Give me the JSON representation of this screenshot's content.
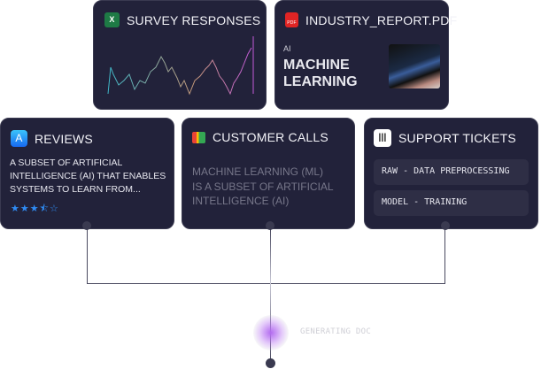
{
  "survey": {
    "title": "SURVEY RESPONSES",
    "icon": "excel-icon"
  },
  "report": {
    "title": "INDUSTRY_REPORT.PDF",
    "icon": "pdf-icon",
    "kicker": "AI",
    "heading_line1": "MACHINE",
    "heading_line2": "LEARNING"
  },
  "reviews": {
    "title": "REVIEWS",
    "icon": "app-store-icon",
    "text": "A SUBSET OF ARTIFICIAL INTELLIGENCE (AI) THAT ENABLES SYSTEMS TO LEARN FROM...",
    "rating": 3.5,
    "max_rating": 5
  },
  "calls": {
    "title": "CUSTOMER CALLS",
    "icon": "google-meet-icon",
    "text": "MACHINE LEARNING (ML) IS A SUBSET OF ARTIFICIAL INTELLIGENCE (AI)"
  },
  "tickets": {
    "title": "SUPPORT TICKETS",
    "icon": "intercom-icon",
    "items": [
      "RAW - DATA PREPROCESSING",
      "MODEL - TRAINING"
    ]
  },
  "status": {
    "label": "GENERATING DOC"
  },
  "colors": {
    "card": "#22223a",
    "accent": "#b36bf0",
    "star": "#2f8cf5"
  }
}
